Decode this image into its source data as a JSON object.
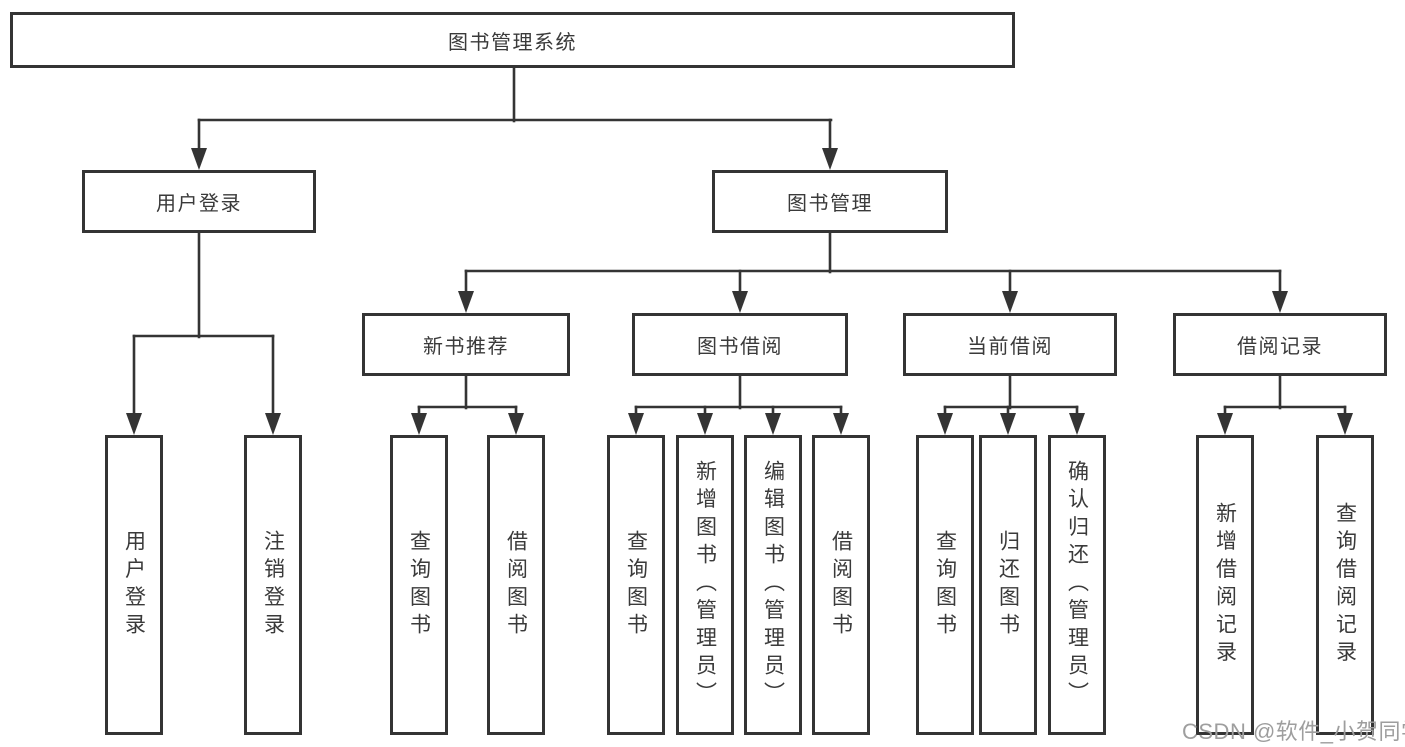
{
  "colors": {
    "line": "#343434",
    "box_border": "#343434",
    "box_bg": "#ffffff",
    "text": "#3a3a3a",
    "watermark": "#9e9e9e",
    "background": "#ffffff"
  },
  "watermark": {
    "text": "CSDN @软件_小贺同学"
  },
  "tree": {
    "label": "图书管理系统",
    "children": [
      {
        "label": "用户登录",
        "children": [
          {
            "label": "用户登录"
          },
          {
            "label": "注销登录"
          }
        ]
      },
      {
        "label": "图书管理",
        "children": [
          {
            "label": "新书推荐",
            "children": [
              {
                "label": "查询图书"
              },
              {
                "label": "借阅图书"
              }
            ]
          },
          {
            "label": "图书借阅",
            "children": [
              {
                "label": "查询图书"
              },
              {
                "label": "新增图书（管理员）"
              },
              {
                "label": "编辑图书（管理员）"
              },
              {
                "label": "借阅图书"
              }
            ]
          },
          {
            "label": "当前借阅",
            "children": [
              {
                "label": "查询图书"
              },
              {
                "label": "归还图书"
              },
              {
                "label": "确认归还（管理员）"
              }
            ]
          },
          {
            "label": "借阅记录",
            "children": [
              {
                "label": "新增借阅记录"
              },
              {
                "label": "查询借阅记录"
              }
            ]
          }
        ]
      }
    ]
  }
}
